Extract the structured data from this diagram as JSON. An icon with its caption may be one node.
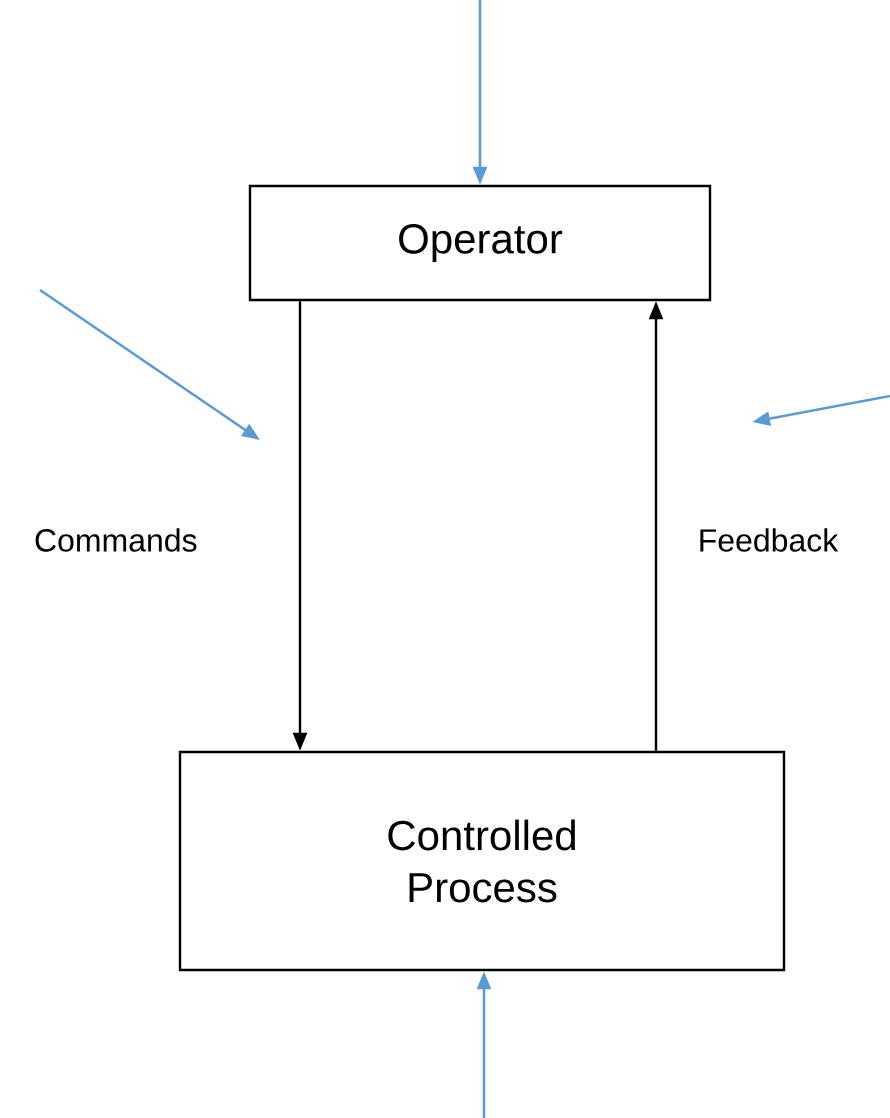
{
  "diagram": {
    "nodes": [
      {
        "text": [
          "Operator"
        ]
      },
      {
        "text": [
          "Controlled Process"
        ]
      }
    ],
    "edges": [
      {
        "from": 0,
        "to": 1,
        "arrow": "to",
        "label": "Commands",
        "color": "#000000"
      },
      {
        "from": 1,
        "to": 0,
        "arrow": "to",
        "label": "Feedback",
        "color": "#000000"
      },
      {
        "from": null,
        "to": 0,
        "arrow": "to",
        "color": "#5b9bd5"
      },
      {
        "from": null,
        "to": 1,
        "arrow": "to",
        "color": "#5b9bd5"
      }
    ]
  }
}
